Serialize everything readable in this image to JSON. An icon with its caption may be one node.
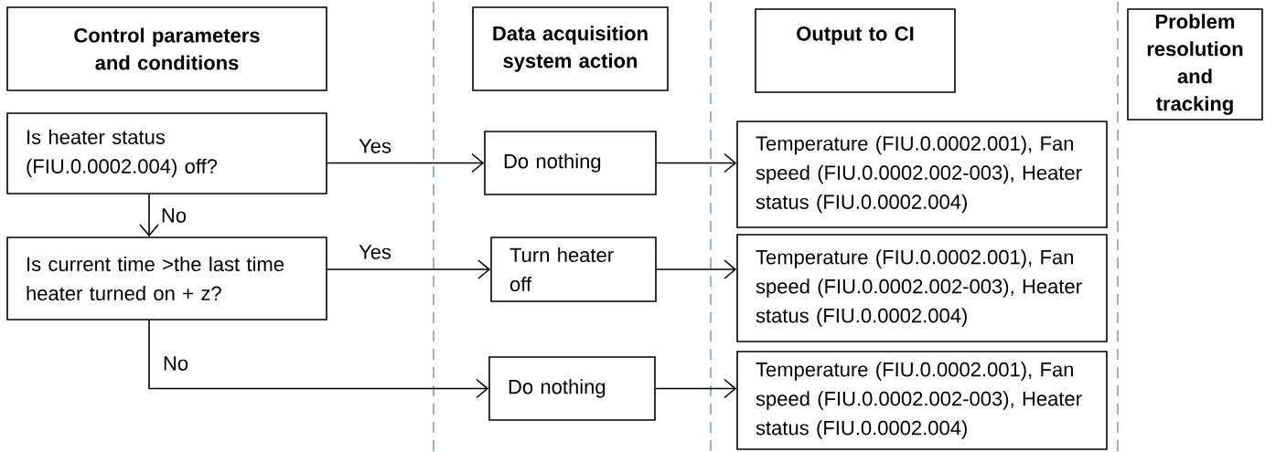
{
  "diagram": {
    "nodes": [
      {
        "text": [
          "Control parameters and conditions"
        ]
      },
      {
        "text": [
          "Data acquisition system action"
        ]
      },
      {
        "text": [
          "Output to CI"
        ]
      },
      {
        "text": [
          "Problem resolution and tracking"
        ]
      },
      {
        "text": [
          "Is heater status (FIU.0.0002.004) off?"
        ]
      },
      {
        "text": [
          "Do nothing"
        ]
      },
      {
        "text": [
          "Temperature (FIU.0.0002.001), Fan speed (FIU.0.0002.002-003), Heater status (FIU.0.0002.004)"
        ]
      },
      {
        "text": [
          "Is current time >the last time heater turned on + z?"
        ]
      },
      {
        "text": [
          "Turn heater off"
        ]
      },
      {
        "text": [
          "Temperature (FIU.0.0002.001), Fan speed (FIU.0.0002.002-003), Heater status (FIU.0.0002.004)"
        ]
      },
      {
        "text": [
          "Do nothing"
        ]
      },
      {
        "text": [
          "Temperature (FIU.0.0002.001), Fan speed (FIU.0.0002.002-003), Heater status (FIU.0.0002.004)"
        ]
      }
    ],
    "edges": [
      {
        "from": 4,
        "to": 5,
        "arrow": "to",
        "label": "Yes"
      },
      {
        "from": 5,
        "to": 6,
        "arrow": "to"
      },
      {
        "from": 4,
        "to": 7,
        "arrow": "to",
        "label": "No"
      },
      {
        "from": 7,
        "to": 8,
        "arrow": "to",
        "label": "Yes"
      },
      {
        "from": 8,
        "to": 9,
        "arrow": "to"
      },
      {
        "from": 7,
        "to": 10,
        "arrow": "to",
        "label": "No"
      },
      {
        "from": 10,
        "to": 11,
        "arrow": "to"
      }
    ]
  }
}
